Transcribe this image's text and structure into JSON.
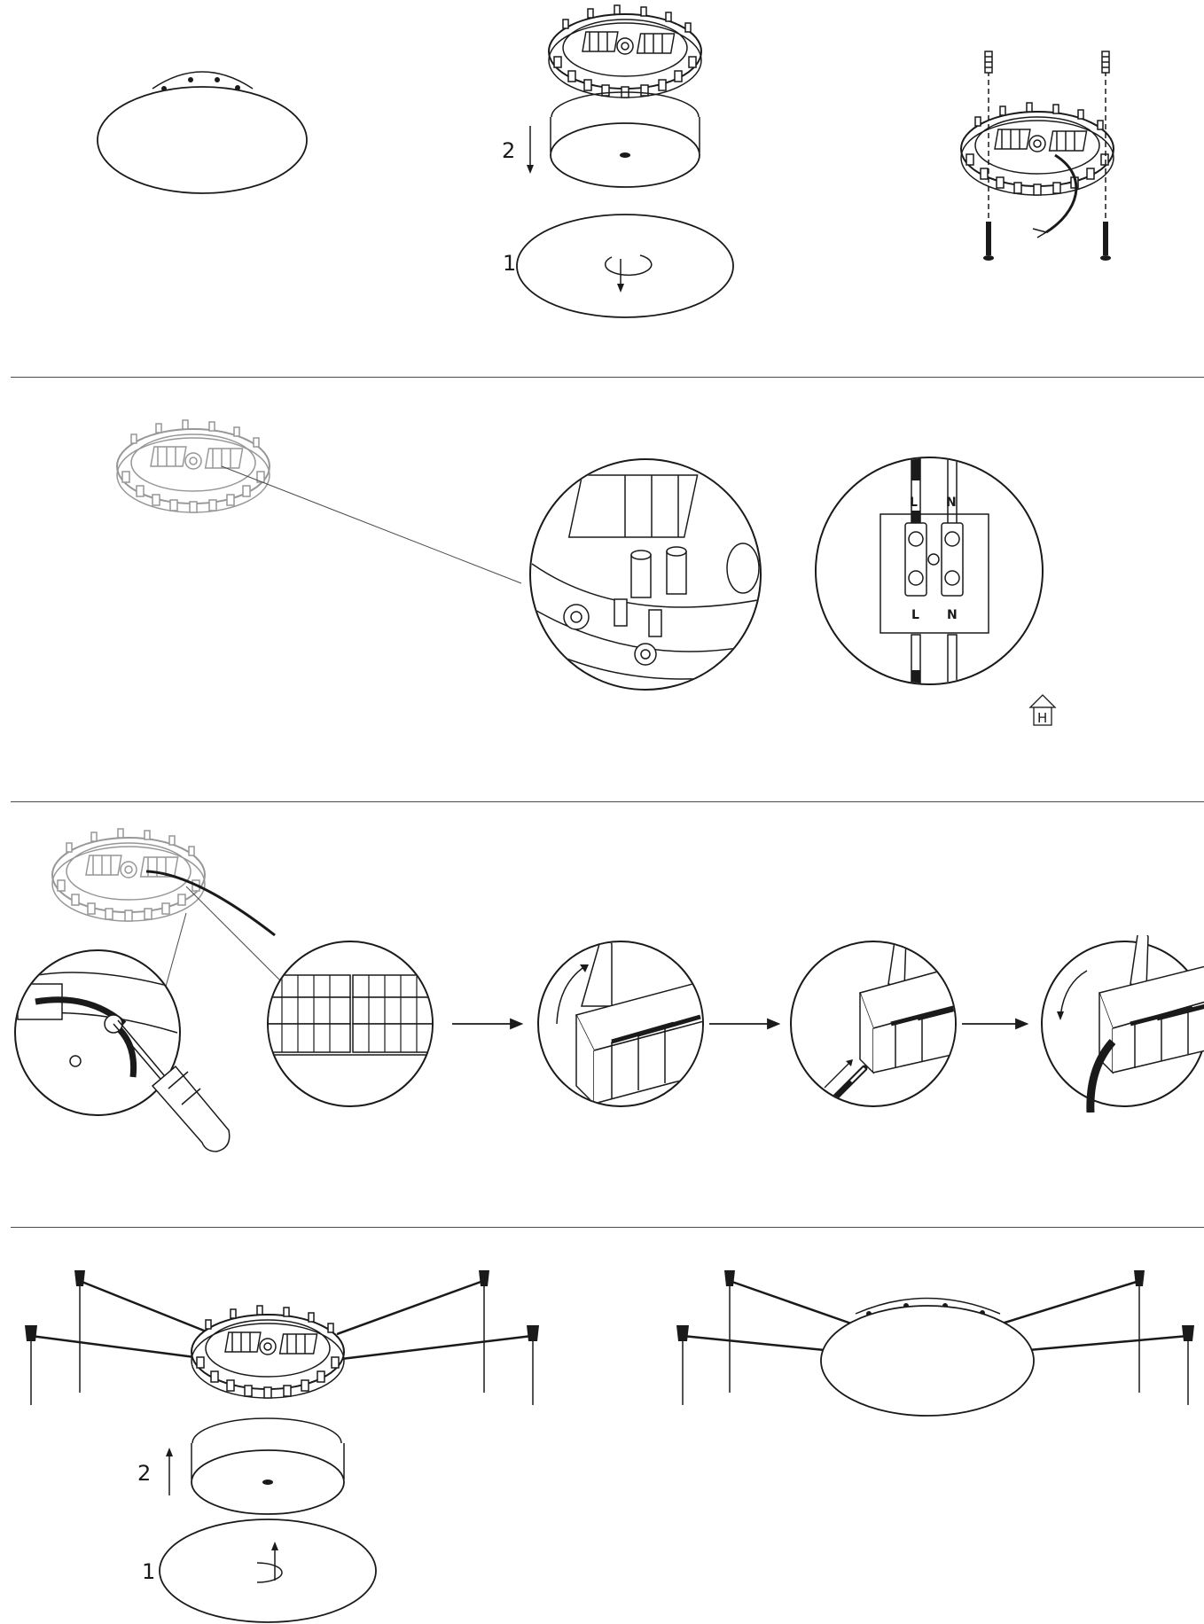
{
  "steps": {
    "remove_diffuser": {
      "step1_label": "1",
      "step2_label": "2"
    },
    "reinstall_diffuser": {
      "step1_label": "1",
      "step2_label": "2"
    }
  },
  "terminal_diagram": {
    "top_left": "L",
    "top_right": "N",
    "bottom_left": "L",
    "bottom_right": "N"
  },
  "house_symbol": {
    "letter": "H"
  },
  "icons": [
    "ceiling-lamp",
    "mounting-base",
    "diffuser",
    "screw",
    "wall-plug",
    "screwdriver",
    "terminal-block",
    "house-h-icon",
    "flow-arrow"
  ],
  "colors": {
    "line": "#1a1a1a",
    "light_line": "#9a9a9a",
    "background": "#ffffff"
  }
}
